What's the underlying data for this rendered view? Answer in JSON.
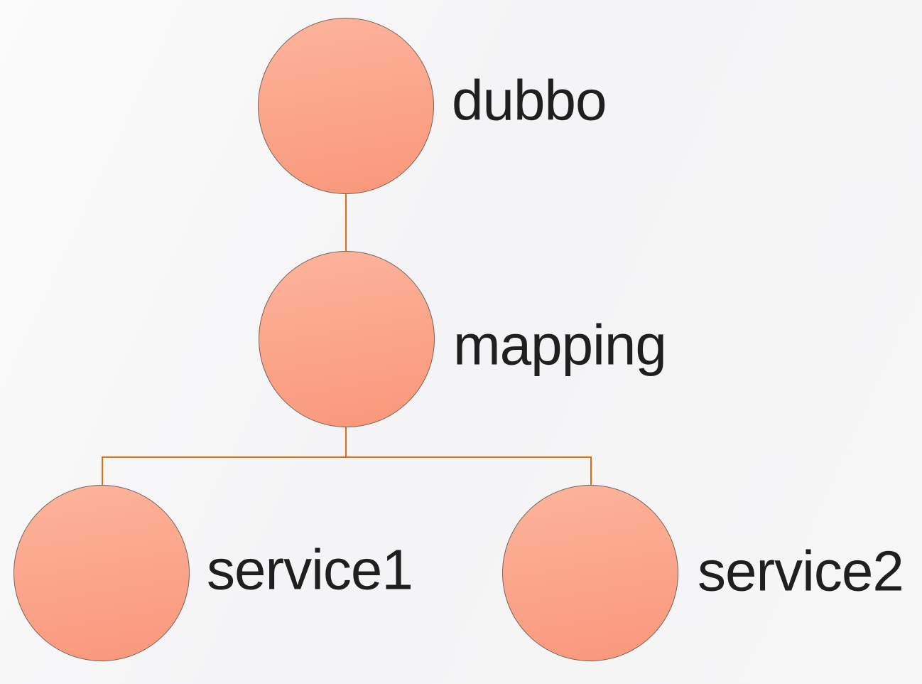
{
  "diagram": {
    "type": "tree",
    "nodes": [
      {
        "id": "dubbo",
        "label": "dubbo",
        "level": 0,
        "parent": null
      },
      {
        "id": "mapping",
        "label": "mapping",
        "level": 1,
        "parent": "dubbo"
      },
      {
        "id": "service1",
        "label": "service1",
        "level": 2,
        "parent": "mapping"
      },
      {
        "id": "service2",
        "label": "service2",
        "level": 2,
        "parent": "mapping"
      }
    ],
    "edges": [
      {
        "from": "dubbo",
        "to": "mapping"
      },
      {
        "from": "mapping",
        "to": "service1"
      },
      {
        "from": "mapping",
        "to": "service2"
      }
    ],
    "colors": {
      "node_fill_top": "#fcb49c",
      "node_fill_bottom": "#f9977a",
      "node_border": "#7a6258",
      "connector": "#e36c0a",
      "label_text": "#1f1f1f",
      "background": "#f6f6f7"
    }
  }
}
